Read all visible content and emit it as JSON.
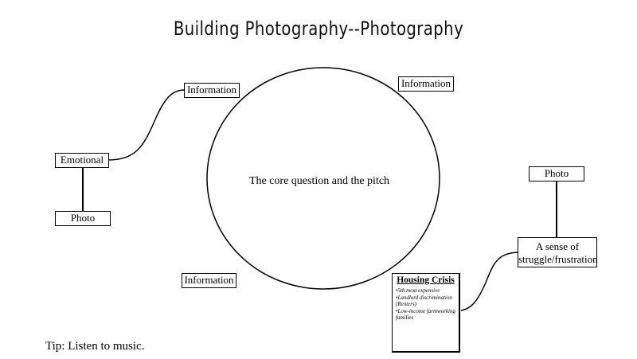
{
  "title": "Building Photography--Photography",
  "center": {
    "label": "The core question and the pitch"
  },
  "nodes": {
    "info_left": "Information",
    "info_right": "Information",
    "info_bottom": "Information",
    "emotional": "Emotional",
    "photo_left": "Photo",
    "photo_right": "Photo",
    "struggle": "A sense of struggle/frustration"
  },
  "housing_crisis": {
    "title": "Housing Crisis",
    "items": [
      "•5th most expensive",
      "•Landlord discrimination (Renters)",
      "•Low-income farmworking families"
    ]
  },
  "tip": "Tip: Listen to music."
}
